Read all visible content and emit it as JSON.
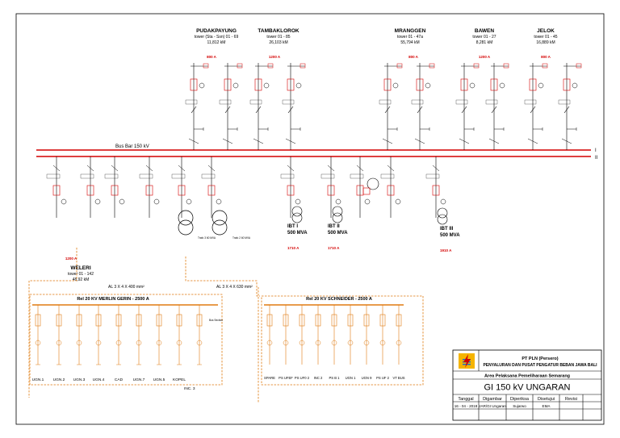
{
  "bus": {
    "label": "Bus Bar 150 kV",
    "roman_1": "I",
    "roman_2": "II"
  },
  "top_bays": [
    {
      "name": "PUDAKPAYUNG",
      "tower": "tower (Sta - Ssn) 01 - 69",
      "length": "11,812 kM",
      "rating": "800 A"
    },
    {
      "name": "TAMBAKLOROK",
      "tower": "tower 01 - 85",
      "length": "26,103 kM",
      "rating": "1200 A"
    },
    {
      "name": "MRANGGEN",
      "tower": "tower 01 - 47a",
      "length": "55,794 kM",
      "rating": "800 A"
    },
    {
      "name": "BAWEN",
      "tower": "tower 01 - 27",
      "length": "8,281 kM",
      "rating": "1200 A"
    },
    {
      "name": "JELOK",
      "tower": "tower 01 - 45",
      "length": "16,889 kM",
      "rating": "800 A"
    }
  ],
  "weleri": {
    "name": "WELERI",
    "tower": "tower 01 - 142",
    "length": "48,92 kM",
    "rating": "1200 A"
  },
  "ibts": [
    {
      "name": "IBT I",
      "rating": "500 MVA",
      "current": "1710 A"
    },
    {
      "name": "IBT II",
      "rating": "500 MVA",
      "current": "1710 A"
    },
    {
      "name": "IBT III",
      "rating": "500 MVA",
      "current": "1910 A"
    }
  ],
  "transformers": [
    {
      "text": "Trafo 3 60 MVA"
    },
    {
      "text": "Trafo 2 60 MVA"
    }
  ],
  "cable_labels": {
    "left": "AL 3 X 4 X 400 mm²",
    "right": "AL 3 X 4 X 630 mm²"
  },
  "rel_left": {
    "title": "Rel 20 KV MERLIN GERIN - 2500 A",
    "bus_section": "Bus Section",
    "inc": "INC. 3",
    "feeders": [
      "UGN.1",
      "UGN.2",
      "UGN.3",
      "UGN.4",
      "CAD",
      "UGN.7",
      "UGN.5",
      "KOPEL"
    ]
  },
  "rel_right": {
    "title": "Rel 20 KV SCHNEIDER - 2500 A",
    "feeders": [
      "SPARE",
      "PS UFEF",
      "PS UF0 2",
      "INC 2",
      "PS B 1",
      "UGN 1",
      "UGN 9",
      "PS UF 2",
      "VT BUS"
    ]
  },
  "title_block": {
    "company_line1": "PT PLN (Persero)",
    "company_line2": "PENYALURAN DAN PUSAT PENGATUR BEBAN JAWA BALI",
    "area": "Area Pelaksana Pemeliharaan Semarang",
    "drawing_title": "GI 150 kV UNGARAN",
    "headers": [
      "Tanggal",
      "Digambar",
      "Diperiksa",
      "Disetujui",
      "Revisi"
    ],
    "values": [
      "16 - 04 - 2018",
      "JAR/GI Ungaran",
      "Sujarwo",
      "EMA",
      ""
    ],
    "logo_color": "#f5b400",
    "logo_bolt": "#d40000"
  }
}
